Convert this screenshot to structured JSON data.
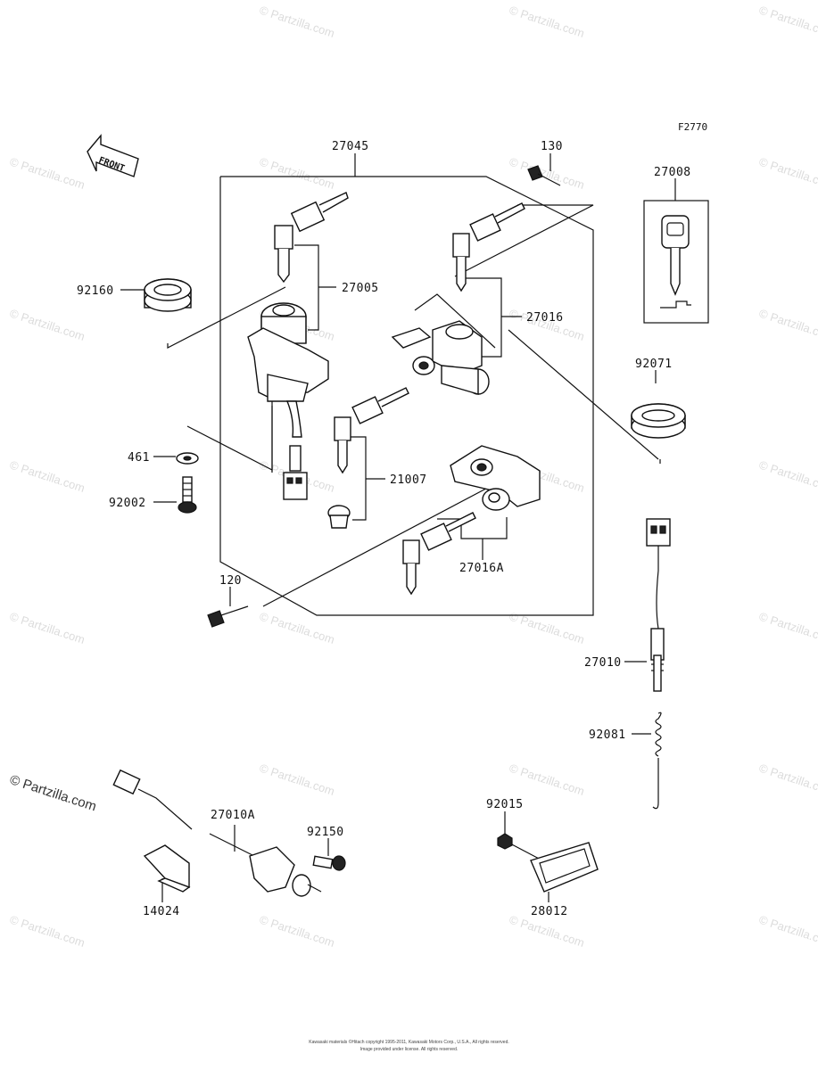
{
  "figure_id": "F2770",
  "watermark": "© Partzilla.com",
  "copyright": "© Partzilla.com",
  "front_label": "FRONT",
  "labels": {
    "p27045": "27045",
    "p130": "130",
    "p27008": "27008",
    "p92160": "92160",
    "p27005": "27005",
    "p27016": "27016",
    "p92071": "92071",
    "p461": "461",
    "p21007": "21007",
    "p92002": "92002",
    "p27016A": "27016A",
    "p120": "120",
    "p27010": "27010",
    "p92081": "92081",
    "p92015": "92015",
    "p27010A": "27010A",
    "p92150": "92150",
    "p14024": "14024",
    "p28012": "28012"
  },
  "footer": {
    "line1": "Kawasaki materials ©Hitach copyright 1995-2011, Kawasaki Motors Corp., U.S.A., All rights reserved.",
    "line2": "Image provided under license. All rights reserved."
  }
}
